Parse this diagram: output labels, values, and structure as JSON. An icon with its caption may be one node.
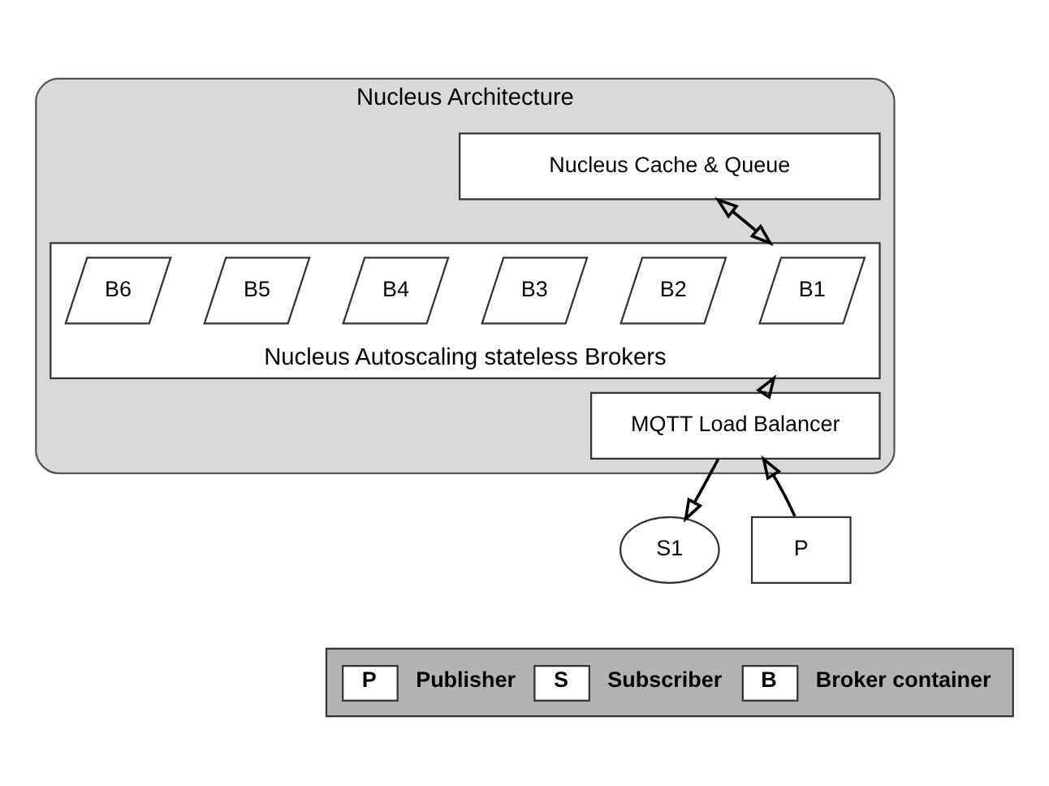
{
  "diagram": {
    "nodes": [
      {
        "text": [
          "Nucleus Architecture"
        ]
      },
      {
        "text": [
          "Nucleus Cache & Queue"
        ],
        "in": 0
      },
      {
        "text": [
          "Nucleus Autoscaling stateless Brokers"
        ],
        "in": 0
      },
      {
        "text": [
          "B1"
        ],
        "in": 2
      },
      {
        "text": [
          "B2"
        ],
        "in": 2
      },
      {
        "text": [
          "B3"
        ],
        "in": 2
      },
      {
        "text": [
          "B4"
        ],
        "in": 2
      },
      {
        "text": [
          "B5"
        ],
        "in": 2
      },
      {
        "text": [
          "B6"
        ],
        "in": 2
      },
      {
        "text": [
          "MQTT Load Balancer"
        ],
        "in": 0
      },
      {
        "text": [
          "S1"
        ]
      },
      {
        "text": [
          "P"
        ]
      }
    ],
    "edges": [
      {
        "from": 1,
        "to": 2,
        "arrow": "both"
      },
      {
        "from": 9,
        "to": 2,
        "arrow": "to"
      },
      {
        "from": 9,
        "to": 10,
        "arrow": "to"
      },
      {
        "from": 11,
        "to": 9,
        "arrow": "to"
      }
    ],
    "labels": [
      "P",
      "S",
      "B"
    ],
    "legend": [
      {
        "text": "Publisher"
      },
      {
        "text": "Subscriber"
      },
      {
        "text": "Broker container"
      }
    ]
  }
}
